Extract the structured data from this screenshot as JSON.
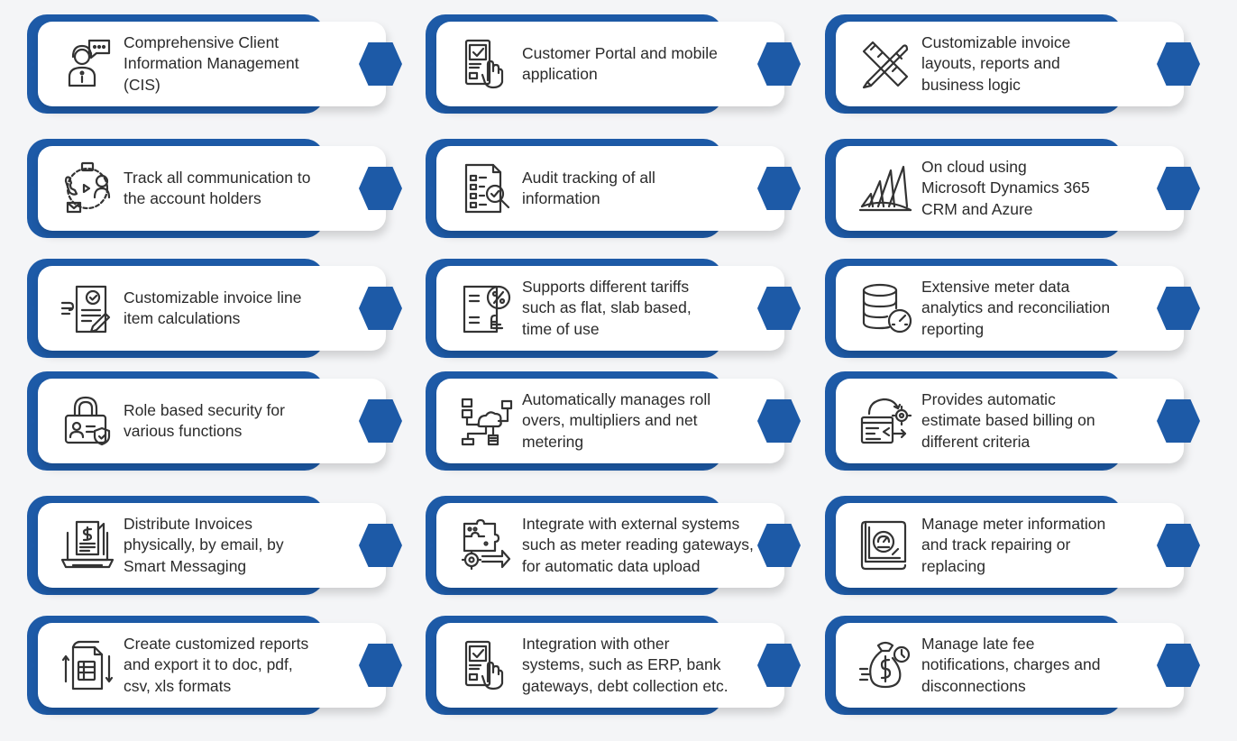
{
  "colors": {
    "accent": "#1d5aa7",
    "card": "#ffffff",
    "text": "#2b2b2b",
    "background": "#f4f5f7"
  },
  "features": [
    {
      "label": "Comprehensive Client\nInformation Management\n(CIS)",
      "icon": "client-info-icon"
    },
    {
      "label": "Customer Portal and mobile\napplication",
      "icon": "portal-touch-icon"
    },
    {
      "label": "Customizable invoice\nlayouts, reports and\nbusiness logic",
      "icon": "pencil-ruler-icon"
    },
    {
      "label": "Track all communication to\nthe account holders",
      "icon": "communication-icon"
    },
    {
      "label": "Audit tracking of all\ninformation",
      "icon": "audit-icon"
    },
    {
      "label": "On cloud using\nMicrosoft Dynamics 365\nCRM and Azure",
      "icon": "dynamics-logo-icon"
    },
    {
      "label": "Customizable invoice line\nitem calculations",
      "icon": "invoice-calc-icon"
    },
    {
      "label": "Supports different tariffs\nsuch as flat, slab based,\ntime of use",
      "icon": "tariff-icon"
    },
    {
      "label": "Extensive meter data\nanalytics and reconciliation\nreporting",
      "icon": "database-gauge-icon"
    },
    {
      "label": "Role based security for\nvarious functions",
      "icon": "lock-user-icon"
    },
    {
      "label": "Automatically manages roll\novers, multipliers and net\nmetering",
      "icon": "network-cloud-icon"
    },
    {
      "label": "Provides automatic\nestimate based billing on\ndifferent criteria",
      "icon": "auto-billing-icon"
    },
    {
      "label": "Distribute Invoices\nphysically, by email, by\nSmart Messaging",
      "icon": "laptop-invoice-icon"
    },
    {
      "label": "Integrate with external systems\nsuch as meter reading gateways,\nfor automatic data upload",
      "icon": "puzzle-gear-icon"
    },
    {
      "label": "Manage meter information\nand track repairing or\nreplacing",
      "icon": "meter-blueprint-icon"
    },
    {
      "label": "Create customized reports\nand export it to doc, pdf,\ncsv, xls formats",
      "icon": "report-export-icon"
    },
    {
      "label": "Integration with other\nsystems, such as ERP, bank\ngateways, debt collection etc.",
      "icon": "portal-touch-icon"
    },
    {
      "label": "Manage late fee\nnotifications, charges and\ndisconnections",
      "icon": "money-bag-clock-icon"
    }
  ]
}
